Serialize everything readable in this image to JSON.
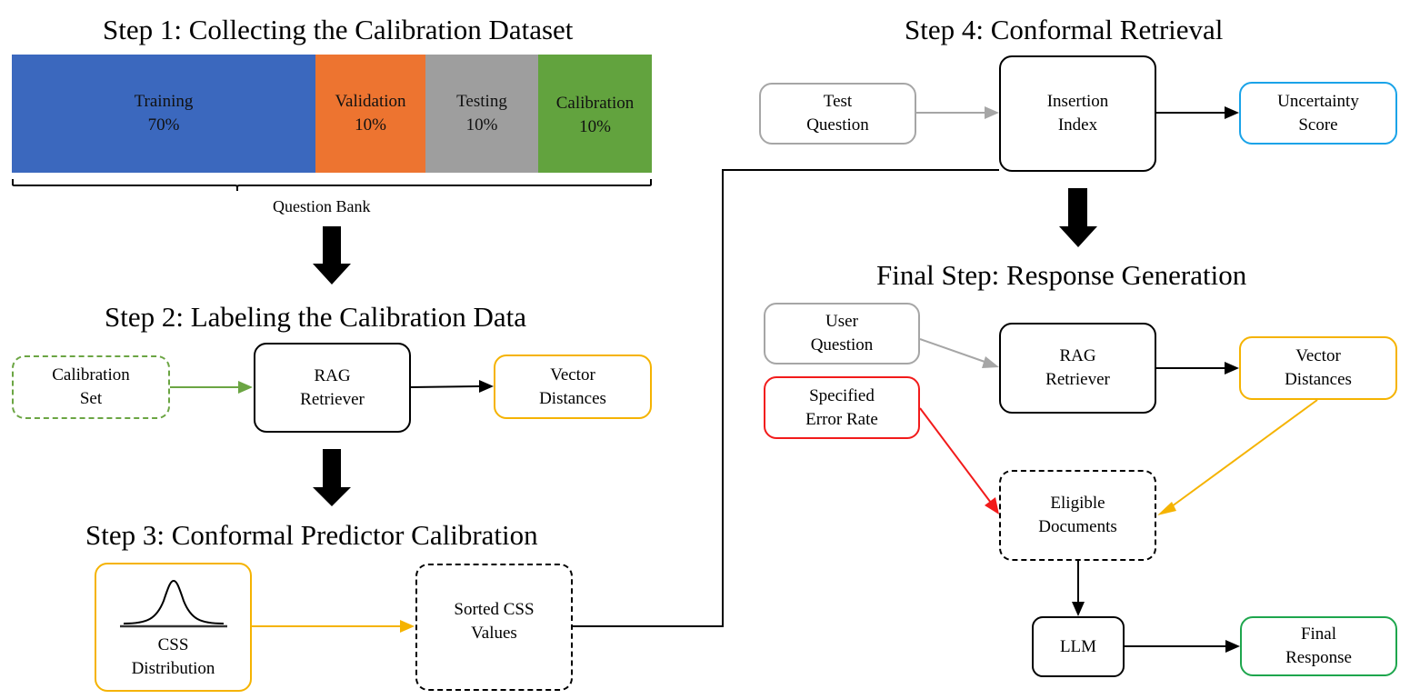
{
  "step1": {
    "title": "Step 1: Collecting the Calibration Dataset",
    "segments": [
      {
        "name": "Training",
        "percent": "70%",
        "share": 70,
        "color": "#3B68BE"
      },
      {
        "name": "Validation",
        "percent": "10%",
        "share": 10,
        "color": "#ED7430"
      },
      {
        "name": "Testing",
        "percent": "10%",
        "share": 10,
        "color": "#9E9E9E"
      },
      {
        "name": "Calibration",
        "percent": "10%",
        "share": 10,
        "color": "#62A33E"
      }
    ],
    "bracket_label": "Question Bank"
  },
  "step2": {
    "title": "Step 2: Labeling the Calibration Data",
    "calibration_set": [
      "Calibration",
      "Set"
    ],
    "rag_retriever": [
      "RAG",
      "Retriever"
    ],
    "vector_distances": [
      "Vector",
      "Distances"
    ]
  },
  "step3": {
    "title": "Step 3: Conformal Predictor Calibration",
    "css_distribution": [
      "CSS",
      "Distribution"
    ],
    "sorted_css": [
      "Sorted CSS",
      "Values"
    ]
  },
  "step4": {
    "title": "Step 4: Conformal Retrieval",
    "test_question": [
      "Test",
      "Question"
    ],
    "insertion_index": [
      "Insertion",
      "Index"
    ],
    "uncertainty_score": [
      "Uncertainty",
      "Score"
    ]
  },
  "final": {
    "title": "Final Step: Response Generation",
    "user_question": [
      "User",
      "Question"
    ],
    "error_rate": [
      "Specified",
      "Error Rate"
    ],
    "rag_retriever": [
      "RAG",
      "Retriever"
    ],
    "vector_distances": [
      "Vector",
      "Distances"
    ],
    "eligible_documents": [
      "Eligible",
      "Documents"
    ],
    "llm": "LLM",
    "final_response": [
      "Final",
      "Response"
    ]
  },
  "colors": {
    "green": "#6BA543",
    "orange": "#F5B301",
    "gray": "#A6A6A6",
    "blue": "#1AA3E8",
    "red": "#F21B1B",
    "dark_green": "#1EA64D",
    "black": "#000000"
  }
}
